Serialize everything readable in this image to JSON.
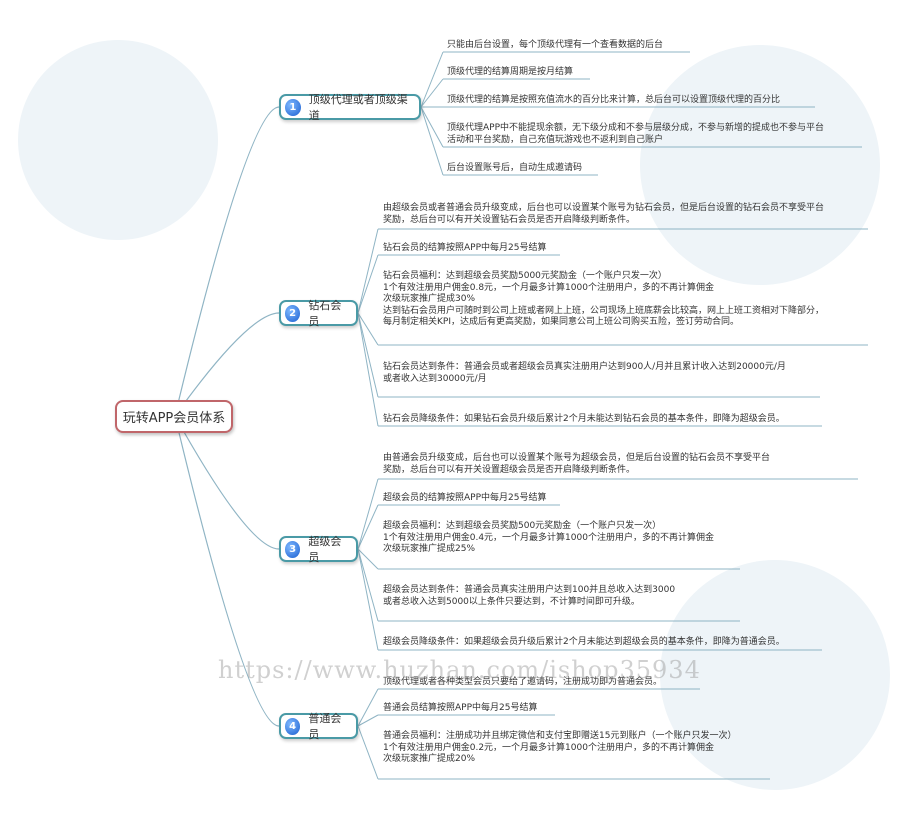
{
  "root": {
    "label": "玩转APP会员体系"
  },
  "branches": [
    {
      "num": "1",
      "label": "顶级代理或者顶级渠道",
      "leaves": [
        {
          "lines": [
            "只能由后台设置，每个顶级代理有一个查看数据的后台"
          ]
        },
        {
          "lines": [
            "顶级代理的结算周期是按月结算"
          ]
        },
        {
          "lines": [
            "顶级代理的结算是按照充值流水的百分比来计算，总后台可以设置顶级代理的百分比"
          ]
        },
        {
          "lines": [
            "顶级代理APP中不能提现余额，无下级分成和不参与层级分成，不参与新增的提成也不参与平台",
            "活动和平台奖励，自己充值玩游戏也不返利到自己账户"
          ]
        },
        {
          "lines": [
            "后台设置账号后，自动生成邀请码"
          ]
        }
      ]
    },
    {
      "num": "2",
      "label": "钻石会员",
      "leaves": [
        {
          "lines": [
            "由超级会员或者普通会员升级变成，后台也可以设置某个账号为钻石会员，但是后台设置的钻石会员不享受平台",
            "奖励，总后台可以有开关设置钻石会员是否开启降级判断条件。"
          ]
        },
        {
          "lines": [
            "钻石会员的结算按照APP中每月25号结算"
          ]
        },
        {
          "lines": [
            "钻石会员福利：达到超级会员奖励5000元奖励金（一个账户只发一次）",
            "1个有效注册用户佣金0.8元，一个月最多计算1000个注册用户，多的不再计算佣金",
            "次级玩家推广提成30%",
            "达到钻石会员用户可随时到公司上班或者网上上班，公司现场上班底薪会比较高，网上上班工资相对下降部分，",
            "每月制定相关KPI，达成后有更高奖励，如果同意公司上班公司购买五险，签订劳动合同。"
          ]
        },
        {
          "lines": [
            "钻石会员达到条件：普通会员或者超级会员真实注册用户达到900人/月并且累计收入达到20000元/月",
            "或者收入达到30000元/月"
          ]
        },
        {
          "lines": [
            "钻石会员降级条件：如果钻石会员升级后累计2个月未能达到钻石会员的基本条件，即降为超级会员。"
          ]
        }
      ]
    },
    {
      "num": "3",
      "label": "超级会员",
      "leaves": [
        {
          "lines": [
            "由普通会员升级变成，后台也可以设置某个账号为超级会员，但是后台设置的钻石会员不享受平台",
            "奖励，总后台可以有开关设置超级会员是否开启降级判断条件。"
          ]
        },
        {
          "lines": [
            "超级会员的结算按照APP中每月25号结算"
          ]
        },
        {
          "lines": [
            "超级会员福利：达到超级会员奖励500元奖励金（一个账户只发一次）",
            "1个有效注册用户佣金0.4元，一个月最多计算1000个注册用户，多的不再计算佣金",
            "次级玩家推广提成25%"
          ]
        },
        {
          "lines": [
            "超级会员达到条件：普通会员真实注册用户达到100并且总收入达到3000",
            "或者总收入达到5000以上条件只要达到，不计算时间即可升级。"
          ]
        },
        {
          "lines": [
            "超级会员降级条件：如果超级会员升级后累计2个月未能达到超级会员的基本条件，即降为普通会员。"
          ]
        }
      ]
    },
    {
      "num": "4",
      "label": "普通会员",
      "leaves": [
        {
          "lines": [
            "顶级代理或者各种类型会员只要给了邀请码，注册成功即为普通会员。"
          ]
        },
        {
          "lines": [
            "普通会员结算按照APP中每月25号结算"
          ]
        },
        {
          "lines": [
            "普通会员福利：注册成功并且绑定微信和支付宝即赠送15元到账户（一个账户只发一次）",
            "1个有效注册用户佣金0.2元，一个月最多计算1000个注册用户，多的不再计算佣金",
            "次级玩家推广提成20%"
          ]
        }
      ]
    }
  ],
  "watermark": "https://www.huzhan.com/ishop35934",
  "colors": {
    "root_border": "#c0666a",
    "branch_border": "#4a9aa6",
    "connector": "#8fb4c4",
    "number_badge": "#1a5fd0"
  }
}
